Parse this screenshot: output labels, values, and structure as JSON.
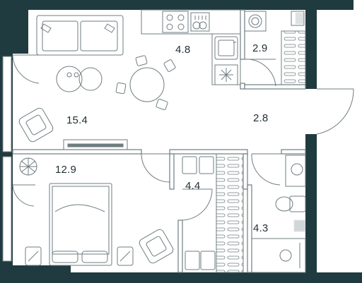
{
  "colors": {
    "wall": "#1f3b3f",
    "line": "#6f7d80",
    "background": "#ffffff",
    "text": "#1e2f31"
  },
  "rooms": [
    {
      "name": "kitchen",
      "area": "4.8"
    },
    {
      "name": "bathroom-top",
      "area": "2.9"
    },
    {
      "name": "living-room",
      "area": "15.4"
    },
    {
      "name": "hallway",
      "area": "2.8"
    },
    {
      "name": "bedroom",
      "area": "12.9"
    },
    {
      "name": "closet",
      "area": "4.4"
    },
    {
      "name": "bathroom-bottom",
      "area": "4.3"
    }
  ]
}
